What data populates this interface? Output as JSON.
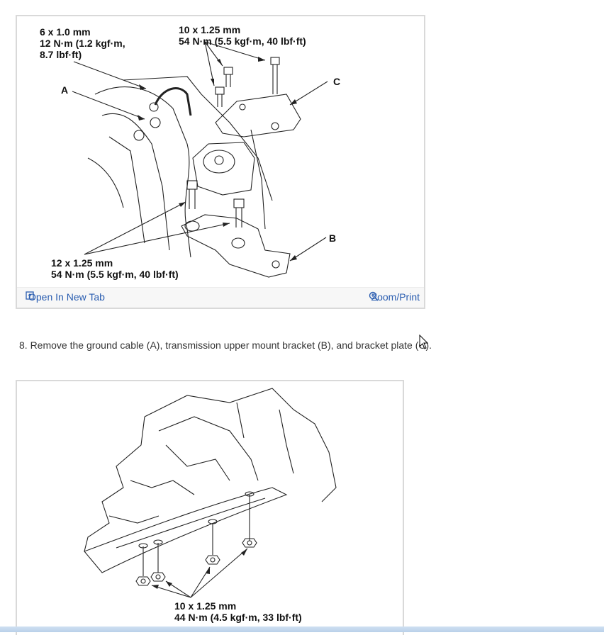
{
  "figure1": {
    "labels": {
      "top_left_line1": "6 x 1.0 mm",
      "top_left_line2": "12 N·m (1.2 kgf·m,",
      "top_left_line3": "8.7 lbf·ft)",
      "top_right_line1": "10 x 1.25 mm",
      "top_right_line2": "54 N·m (5.5 kgf·m, 40 lbf·ft)",
      "callout_a": "A",
      "callout_b": "B",
      "callout_c": "C",
      "bottom_line1": "12 x 1.25 mm",
      "bottom_line2": "54 N·m (5.5 kgf·m, 40 lbf·ft)"
    },
    "open_new_tab": "Open In New Tab",
    "zoom_print": "Zoom/Print"
  },
  "step": {
    "text": "8. Remove the ground cable (A), transmission upper mount bracket (B), and bracket plate (C)."
  },
  "figure2": {
    "labels": {
      "line1": "10 x 1.25 mm",
      "line2": "44 N·m (4.5 kgf·m, 33 lbf·ft)"
    }
  },
  "colors": {
    "link": "#2a5db0",
    "border": "#d9d9d9"
  }
}
